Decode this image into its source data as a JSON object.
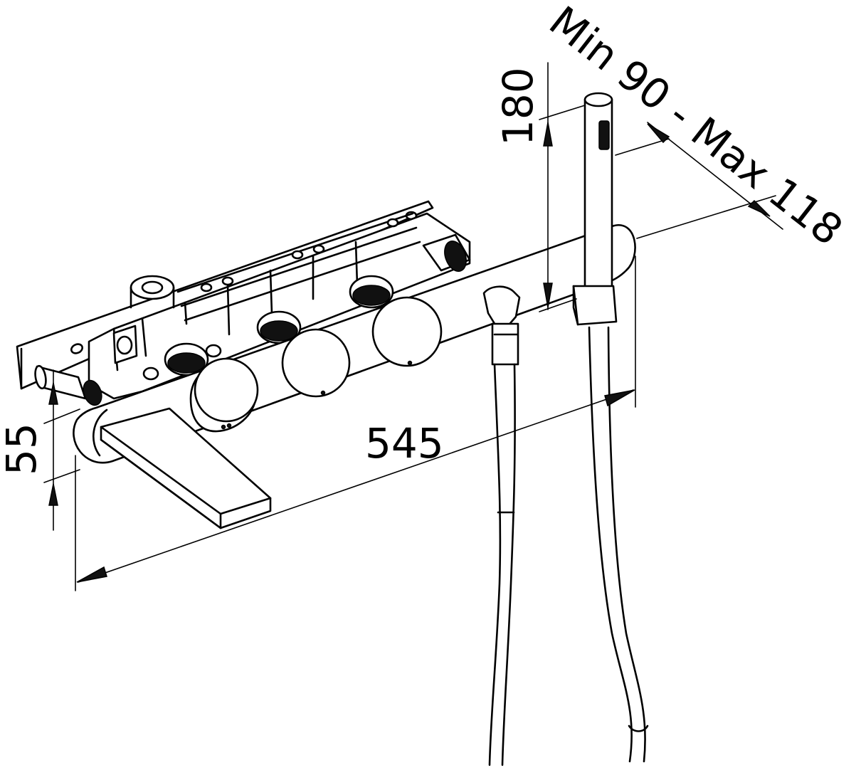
{
  "dimensions": {
    "width_label": "545",
    "height_label": "55",
    "handshower_height_label": "180",
    "spacing_label": "Min 90 - Max 118"
  }
}
